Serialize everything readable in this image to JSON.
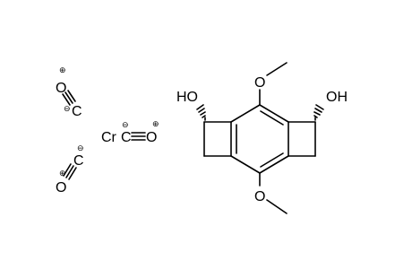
{
  "molecule": {
    "ligands": [
      {
        "o": "O",
        "o_charge": "⊕",
        "c": "C",
        "c_charge": "⊖"
      },
      {
        "o": "O",
        "o_charge": "⊕",
        "c": "C",
        "c_charge": "⊖"
      }
    ],
    "center": {
      "metal": "Cr",
      "c": "C",
      "c_charge": "⊖",
      "o": "O",
      "o_charge": "⊕"
    },
    "hydroxyls": {
      "left": "HO",
      "right": "OH"
    },
    "methoxy": {
      "top_o": "O",
      "bottom_o": "O"
    }
  }
}
